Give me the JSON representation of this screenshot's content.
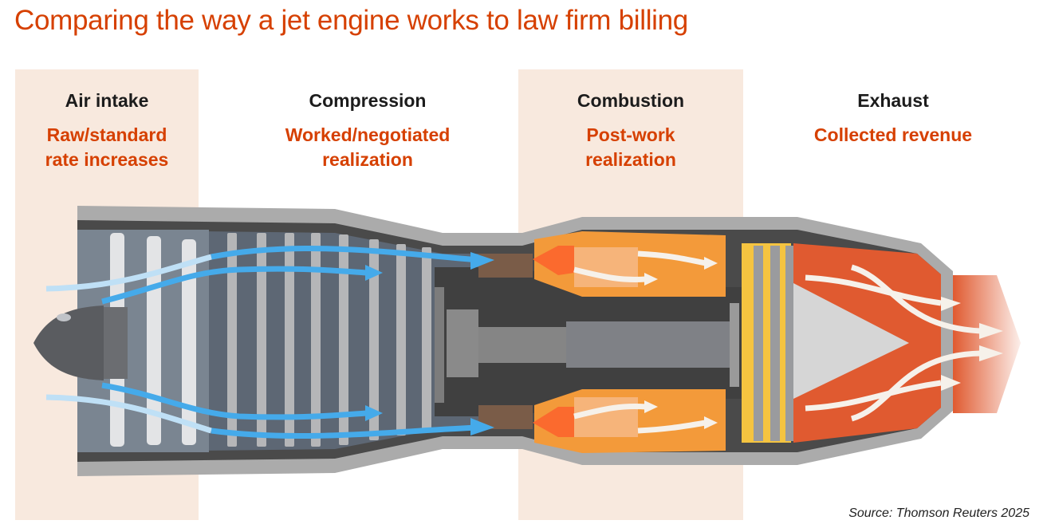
{
  "title": "Comparing the way a jet engine works to law firm billing",
  "stages": [
    {
      "name": "Air intake",
      "billing": "Raw/standard",
      "billing2": "rate increases"
    },
    {
      "name": "Compression",
      "billing": "Worked/negotiated",
      "billing2": "realization"
    },
    {
      "name": "Combustion",
      "billing": "Post-work",
      "billing2": "realization"
    },
    {
      "name": "Exhaust",
      "billing": "Collected revenue",
      "billing2": ""
    }
  ],
  "source": "Source: Thomson Reuters 2025",
  "colors": {
    "accent": "#d64000",
    "band": "#f8e9de",
    "airflow_light": "#bfe0f6",
    "airflow": "#45aaea",
    "flame": "#f07a1a",
    "exhaust": "#e05a30"
  },
  "icons": {
    "engine": "jet-engine-cutaway-illustration"
  }
}
